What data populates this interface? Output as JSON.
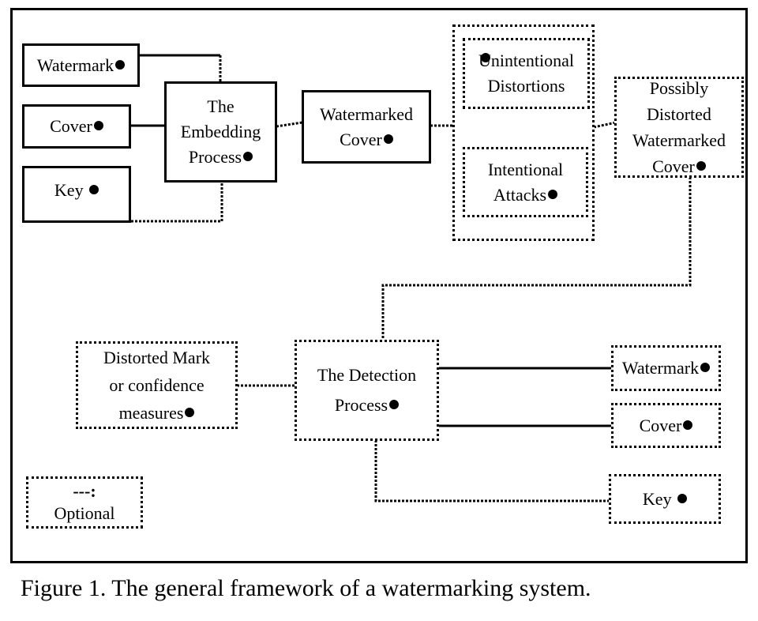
{
  "caption": "Figure 1. The general framework of a watermarking system.",
  "inputs": {
    "watermark": "Watermark",
    "cover": "Cover",
    "key": "Key"
  },
  "embedding": {
    "line1": "The",
    "line2": "Embedding",
    "line3": "Process"
  },
  "watermarked_cover": {
    "line1": "Watermarked",
    "line2": "Cover"
  },
  "distortions": {
    "unintentional": {
      "line1": "Unintentional",
      "line2": "Distortions"
    },
    "intentional": {
      "line1": "Intentional",
      "line2": "Attacks"
    }
  },
  "possibly_distorted": {
    "line1": "Possibly",
    "line2": "Distorted",
    "line3": "Watermarked",
    "line4": "Cover"
  },
  "detection": {
    "line1": "The Detection",
    "line2": "Process"
  },
  "detection_output": {
    "line1": "Distorted Mark",
    "line2": "or confidence",
    "line3": "measures"
  },
  "detection_inputs": {
    "watermark": "Watermark",
    "cover": "Cover",
    "key": "Key"
  },
  "legend": {
    "symbol": "---:",
    "label": "Optional"
  }
}
